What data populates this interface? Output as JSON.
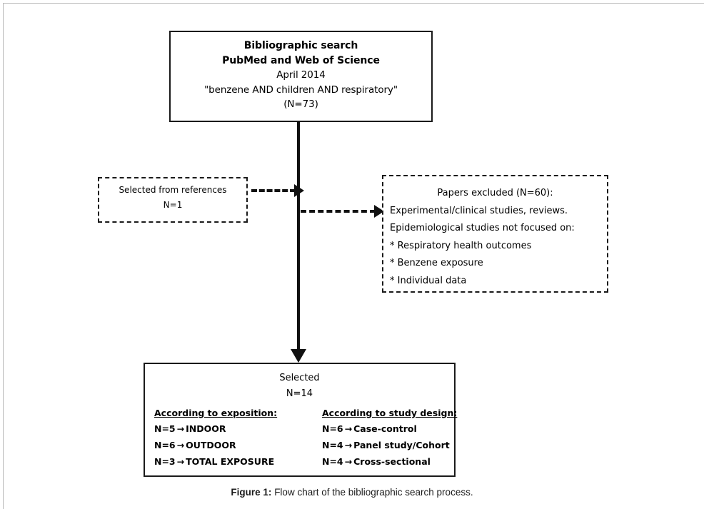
{
  "search_box": {
    "lines": [
      "Bibliographic search",
      "PubMed and Web of Science",
      "April 2014",
      "\"benzene AND children AND respiratory\"",
      "(N=73)"
    ]
  },
  "references_box": {
    "title": "Selected from references",
    "count": "N=1"
  },
  "excluded_box": {
    "heading": "Papers excluded (N=60):",
    "lines": [
      "Experimental/clinical studies, reviews.",
      "Epidemiological studies not focused on:",
      "* Respiratory health outcomes",
      "* Benzene exposure",
      "* Individual data"
    ]
  },
  "selected_box": {
    "title": "Selected",
    "count": "N=14",
    "columns": [
      {
        "title": "According to exposition:",
        "rows": [
          {
            "count": "N=5",
            "arrow": "→",
            "label": "INDOOR"
          },
          {
            "count": "N=6",
            "arrow": "→",
            "label": "OUTDOOR"
          },
          {
            "count": "N=3",
            "arrow": "→",
            "label": "TOTAL EXPOSURE"
          }
        ]
      },
      {
        "title": "According to study design:",
        "rows": [
          {
            "count": "N=6",
            "arrow": "→",
            "label": "Case-control"
          },
          {
            "count": "N=4",
            "arrow": "→",
            "label": "Panel study/Cohort"
          },
          {
            "count": "N=4",
            "arrow": "→",
            "label": "Cross-sectional"
          }
        ]
      }
    ]
  },
  "caption": {
    "label": "Figure 1:",
    "text": " Flow chart of the bibliographic search process."
  },
  "colors": {
    "ink": "#111111",
    "page_edge": "#b8b8b8",
    "background": "#ffffff"
  }
}
